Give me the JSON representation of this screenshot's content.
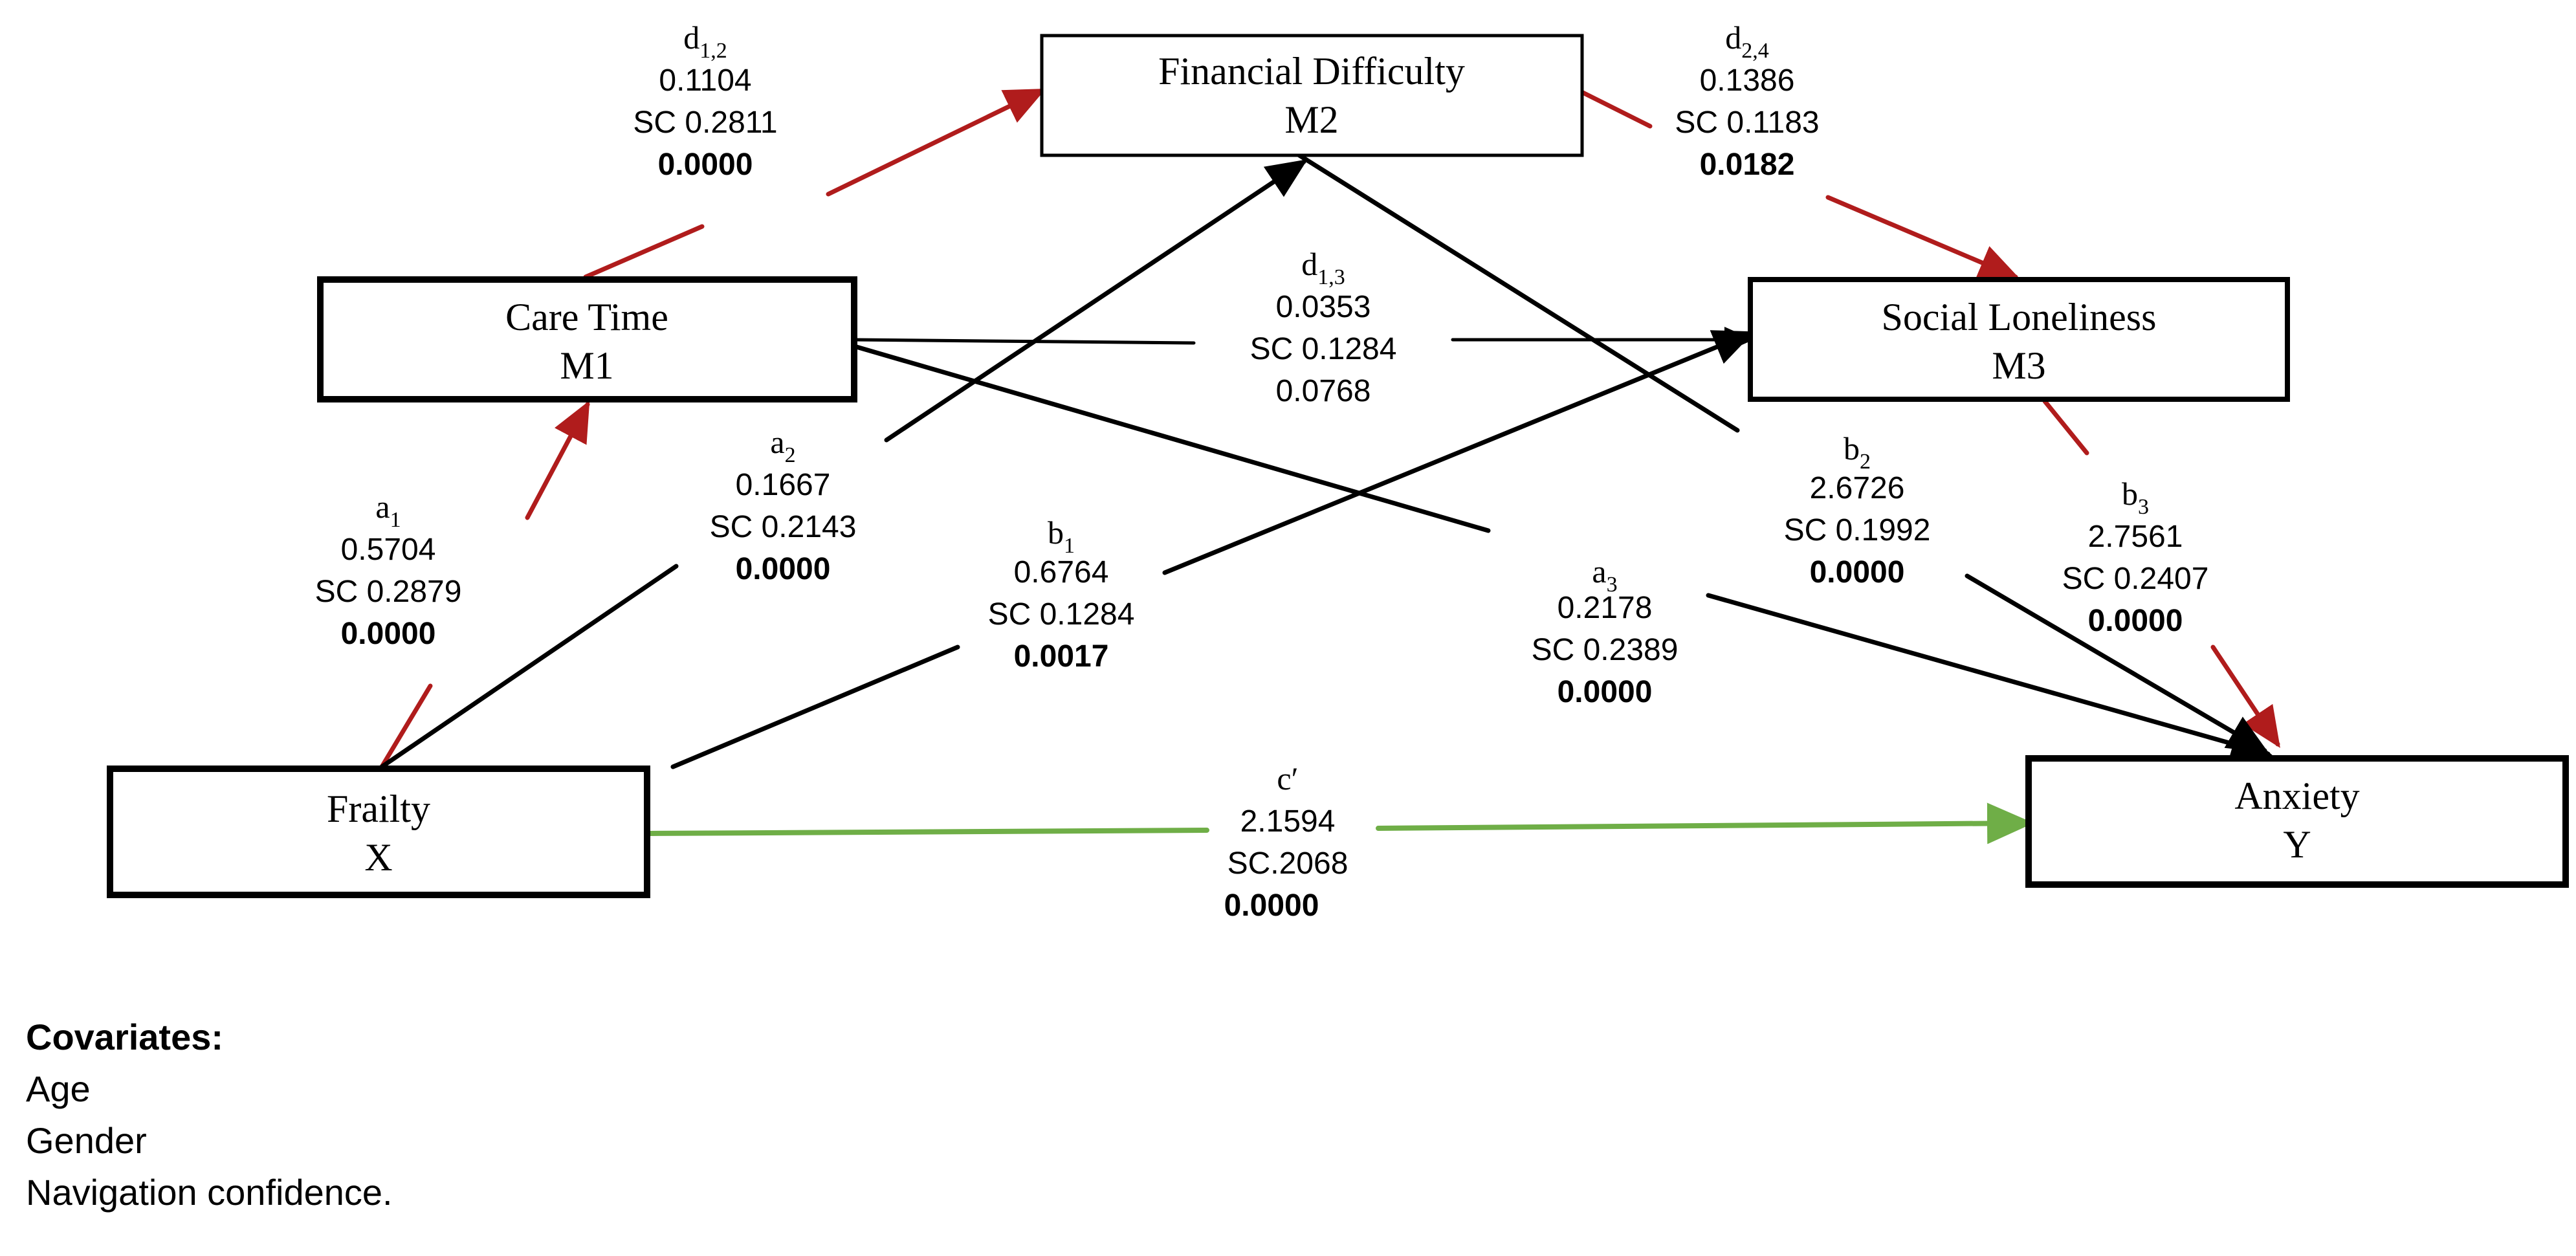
{
  "colors": {
    "red": "#b01c1c",
    "black": "#000000",
    "green": "#6fae47"
  },
  "nodes": {
    "x": {
      "title": "Frailty",
      "code": "X"
    },
    "m1": {
      "title": "Care Time",
      "code": "M1"
    },
    "m2": {
      "title": "Financial Difficulty",
      "code": "M2"
    },
    "m3": {
      "title": "Social Loneliness",
      "code": "M3"
    },
    "y": {
      "title": "Anxiety",
      "code": "Y"
    }
  },
  "paths": {
    "a1": {
      "symbol": "a",
      "sub": "1",
      "coef": "0.5704",
      "se": "SC 0.2879",
      "p": "0.0000",
      "color": "red"
    },
    "a2": {
      "symbol": "a",
      "sub": "2",
      "coef": "0.1667",
      "se": "SC 0.2143",
      "p": "0.0000",
      "color": "black"
    },
    "a3": {
      "symbol": "a",
      "sub": "3",
      "coef": "0.2178",
      "se": "SC 0.2389",
      "p": "0.0000",
      "color": "black"
    },
    "b1": {
      "symbol": "b",
      "sub": "1",
      "coef": "0.6764",
      "se": "SC 0.1284",
      "p": "0.0017",
      "color": "black"
    },
    "b2": {
      "symbol": "b",
      "sub": "2",
      "coef": "2.6726",
      "se": "SC 0.1992",
      "p": "0.0000",
      "color": "black"
    },
    "b3": {
      "symbol": "b",
      "sub": "3",
      "coef": "2.7561",
      "se": "SC 0.2407",
      "p": "0.0000",
      "color": "red"
    },
    "d12": {
      "symbol": "d",
      "sub": "1,2",
      "coef": "0.1104",
      "se": "SC 0.2811",
      "p": "0.0000",
      "color": "red"
    },
    "d13": {
      "symbol": "d",
      "sub": "1,3",
      "coef": "0.0353",
      "se": "SC 0.1284",
      "p": "0.0768",
      "color": "black"
    },
    "d24": {
      "symbol": "d",
      "sub": "2,4",
      "coef": "0.1386",
      "se": "SC 0.1183",
      "p": "0.0182",
      "color": "red"
    },
    "c": {
      "symbol": "c′",
      "coef": "2.1594",
      "se": "SC.2068",
      "p": "0.0000",
      "color": "green"
    }
  },
  "covariates": {
    "title": "Covariates:",
    "items": [
      "Age",
      "Gender",
      "Navigation confidence."
    ]
  }
}
